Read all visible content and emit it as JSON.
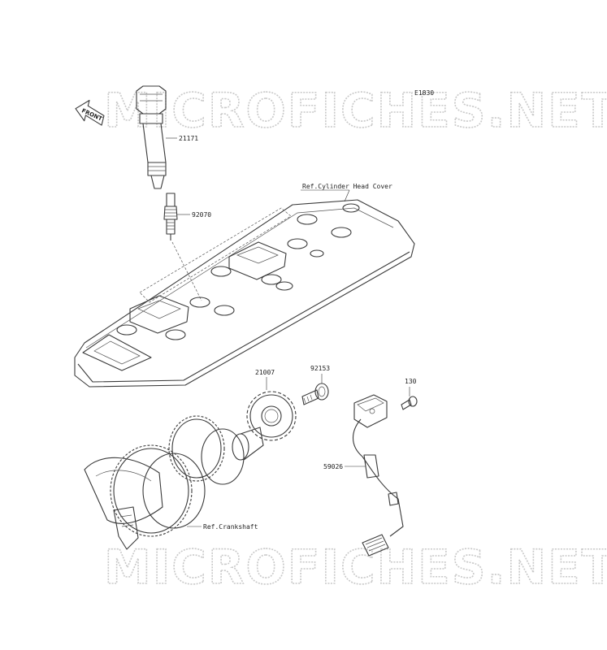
{
  "diagram": {
    "code": "E1830",
    "direction_label": "FRONT",
    "watermarks": [
      "MICROFICHES.NET",
      "MICROFICHES.NET"
    ],
    "parts": {
      "ignition_coil": "21171",
      "spark_plug": "92070",
      "rotor": "21007",
      "bolt": "92153",
      "screw": "130",
      "sensor": "59026"
    },
    "references": {
      "cylinder_head_cover": "Ref.Cylinder Head Cover",
      "crankshaft": "Ref.Crankshaft"
    }
  }
}
